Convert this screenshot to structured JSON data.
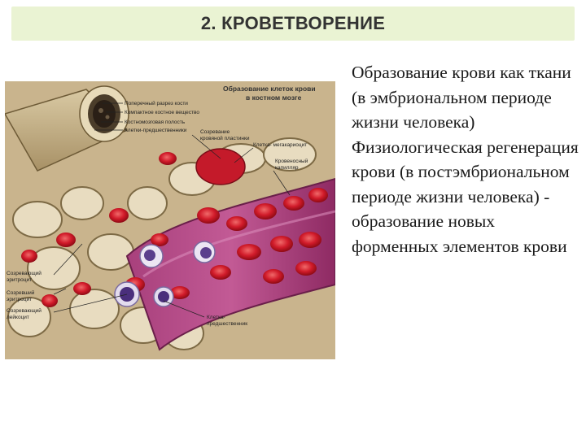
{
  "slide": {
    "title": "2. КРОВЕТВОРЕНИЕ",
    "body_text": "Образование крови как ткани (в эмбриональном периоде жизни человека)\nФизиологическая регенерация крови (в постэмбриональном периоде жизни человека) - образование новых форменных элементов крови"
  },
  "figure": {
    "title_line1": "Образование клеток крови",
    "title_line2": "в костном мозге",
    "labels": [
      "Поперечный разрез кости",
      "Компактное костное вещество",
      "Костномозговая полость",
      "Клетки-предшественники",
      "Созревание",
      "кровяной пластинки",
      "Клетка- мегакариоцит",
      "Кровеносный",
      "капилляр",
      "Созревающий",
      "эритроцит",
      "Созревший",
      "эритроцит",
      "Созревающий",
      "лейкоцит",
      "Клетка-",
      "предшественник"
    ]
  },
  "colors": {
    "title_bg": "#eaf3d3",
    "title_text": "#333333",
    "body_text": "#1a1a1a"
  }
}
